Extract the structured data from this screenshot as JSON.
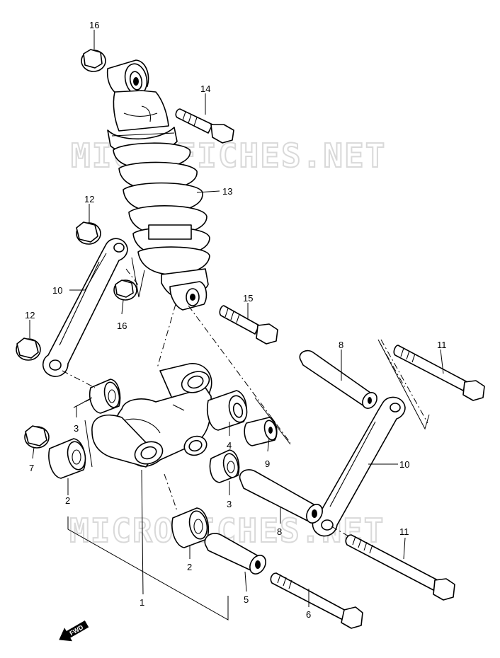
{
  "watermark": "MICROFICHES.NET",
  "fwd_arrow": {
    "text": "FWD",
    "icon": "fwd-arrow-icon"
  },
  "callouts": {
    "c16_top": "16",
    "c14": "14",
    "c13": "13",
    "c12_top": "12",
    "c10_left": "10",
    "c16_mid": "16",
    "c15": "15",
    "c12_left": "12",
    "c8_top": "8",
    "c11_top": "11",
    "c3_left": "3",
    "c7": "7",
    "c4": "4",
    "c9": "9",
    "c10_right": "10",
    "c3_mid": "3",
    "c2_left": "2",
    "c8_low": "8",
    "c11_low": "11",
    "c2_low": "2",
    "c1": "1",
    "c5": "5",
    "c6": "6"
  }
}
